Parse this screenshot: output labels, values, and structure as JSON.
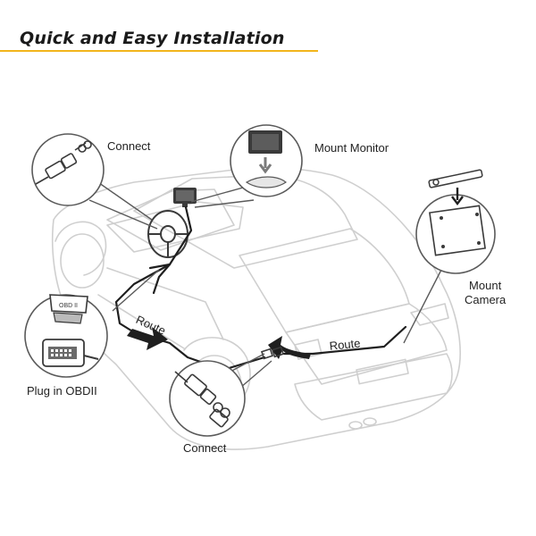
{
  "title": "Quick and Easy Installation",
  "colors": {
    "accent": "#f2b51c",
    "outline": "#cfcfcf",
    "dark": "#3a3a3a",
    "cable": "#1f1f1f"
  },
  "labels": {
    "connect_top": "Connect",
    "mount_monitor": "Mount Monitor",
    "mount_camera_line1": "Mount",
    "mount_camera_line2": "Camera",
    "plug_obd": "Plug in OBDII",
    "connect_bottom": "Connect",
    "route_left": "Route",
    "route_right": "Route",
    "obd_port_text": "OBD II"
  }
}
